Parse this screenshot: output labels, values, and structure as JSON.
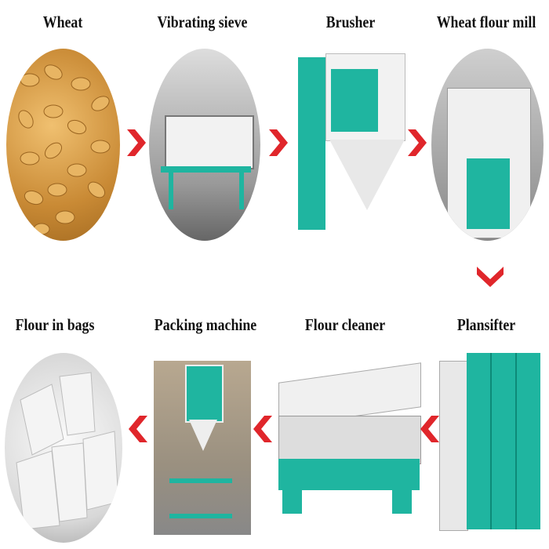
{
  "title": "Wheat flour milling process",
  "steps": {
    "wheat": "Wheat",
    "vibrating_sieve": "Vibrating sieve",
    "brusher": "Brusher",
    "wheat_flour_mill": "Wheat flour mill",
    "plansifter": "Plansifter",
    "flour_cleaner": "Flour cleaner",
    "packing_machine": "Packing machine",
    "flour_in_bags": "Flour in bags"
  },
  "colors": {
    "arrow": "#e0262b",
    "machine_teal": "#1fb5a0",
    "machine_white": "#eeeeee",
    "wheat": "#d9a250"
  }
}
